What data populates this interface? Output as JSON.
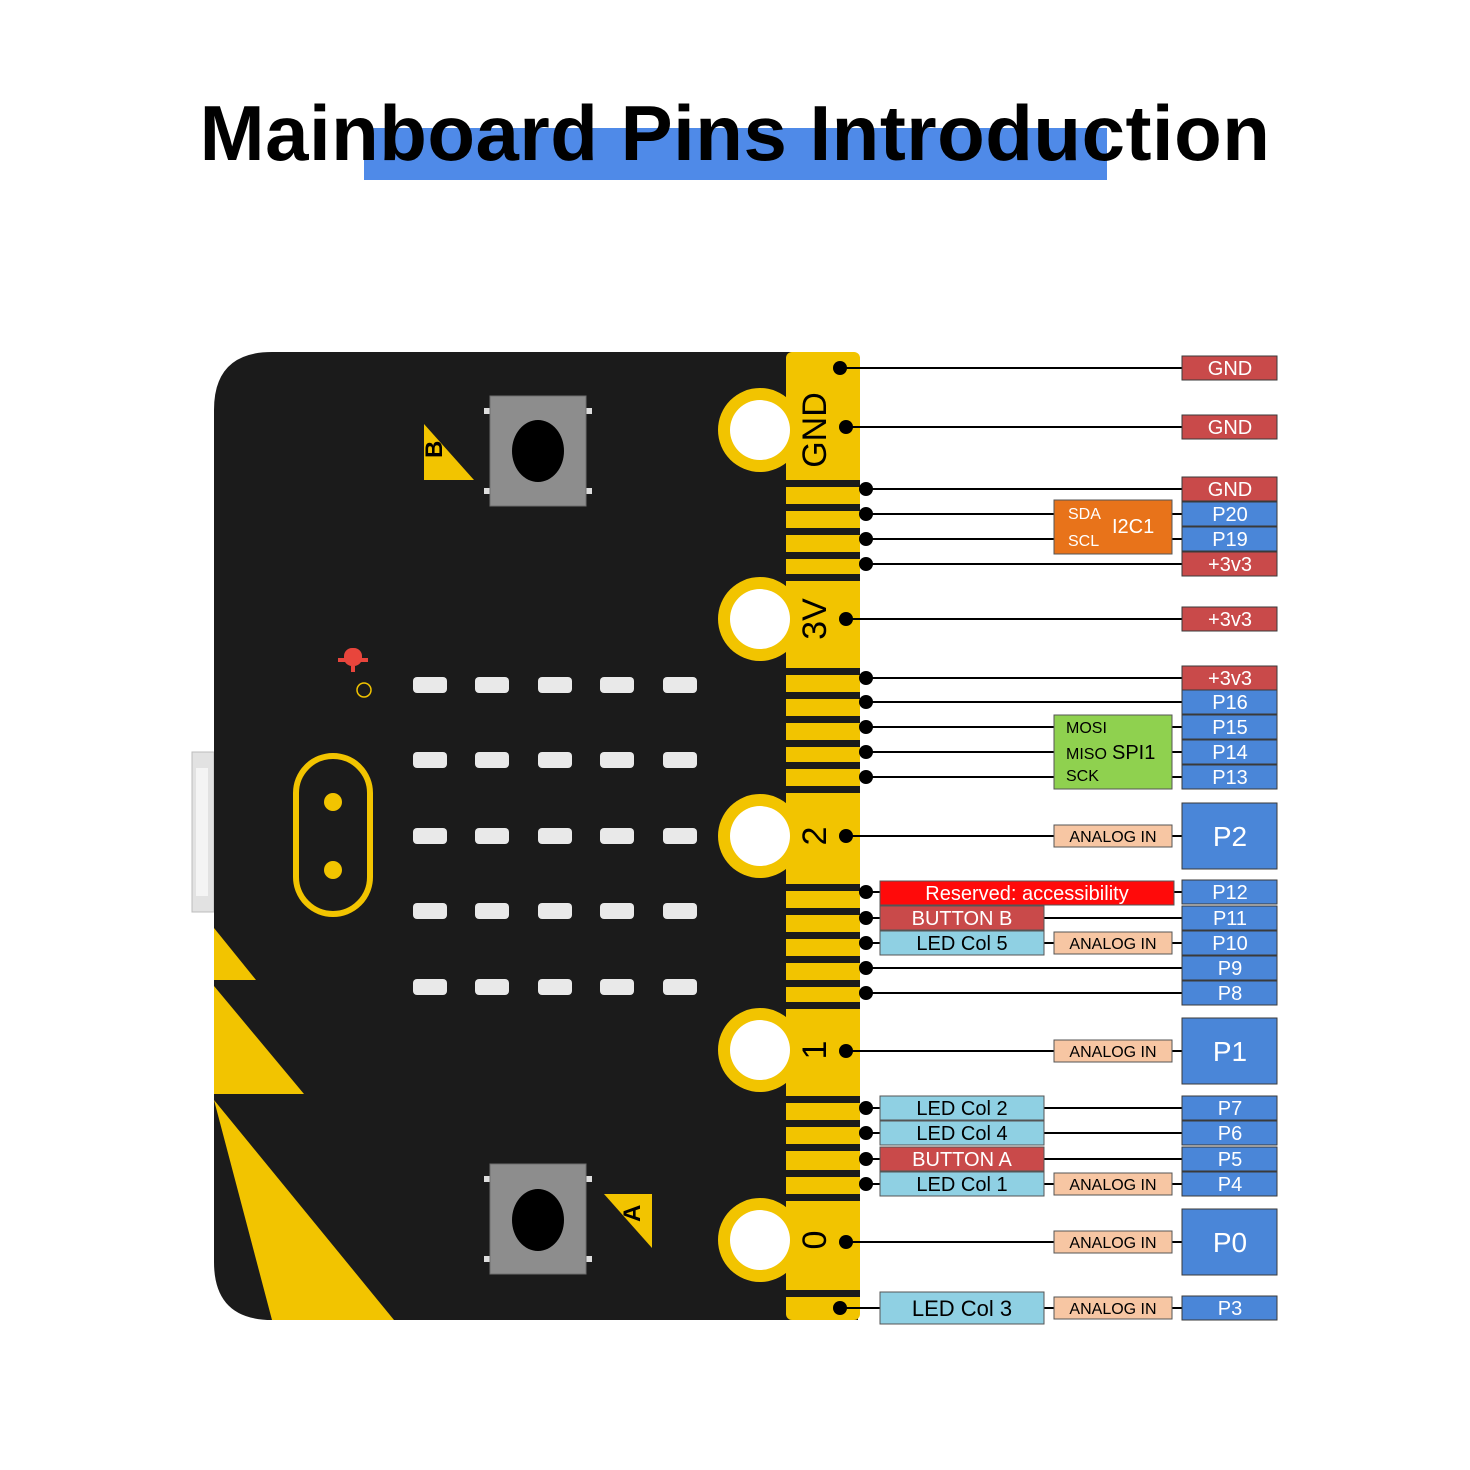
{
  "title": "Mainboard Pins Introduction",
  "colors": {
    "board": "#1b1b1b",
    "gold": "#f2c400",
    "pin_blue": "#4a86d8",
    "pin_red": "#c94a4a",
    "i2c_orange": "#e8731a",
    "spi_green": "#8fd14f",
    "analog_peach": "#f7c6a3",
    "led_cyan": "#8fd0e3",
    "button_red": "#c94a4a",
    "reserved_red": "#ff0a0a"
  },
  "board": {
    "button_a_label": "A",
    "button_b_label": "B",
    "edge_labels": [
      "GND",
      "3V",
      "2",
      "1",
      "0"
    ]
  },
  "pins": [
    {
      "label": "GND",
      "type": "power"
    },
    {
      "label": "GND",
      "type": "power"
    },
    {
      "label": "GND",
      "type": "power"
    },
    {
      "label": "P20",
      "type": "io"
    },
    {
      "label": "P19",
      "type": "io"
    },
    {
      "label": "+3v3",
      "type": "power"
    },
    {
      "label": "+3v3",
      "type": "power"
    },
    {
      "label": "+3v3",
      "type": "power"
    },
    {
      "label": "P16",
      "type": "io"
    },
    {
      "label": "P15",
      "type": "io"
    },
    {
      "label": "P14",
      "type": "io"
    },
    {
      "label": "P13",
      "type": "io"
    },
    {
      "label": "P2",
      "type": "io-large"
    },
    {
      "label": "P12",
      "type": "io"
    },
    {
      "label": "P11",
      "type": "io"
    },
    {
      "label": "P10",
      "type": "io"
    },
    {
      "label": "P9",
      "type": "io"
    },
    {
      "label": "P8",
      "type": "io"
    },
    {
      "label": "P1",
      "type": "io-large"
    },
    {
      "label": "P7",
      "type": "io"
    },
    {
      "label": "P6",
      "type": "io"
    },
    {
      "label": "P5",
      "type": "io"
    },
    {
      "label": "P4",
      "type": "io"
    },
    {
      "label": "P0",
      "type": "io-large"
    },
    {
      "label": "P3",
      "type": "io"
    }
  ],
  "i2c": {
    "name": "I2C1",
    "sda": "SDA",
    "scl": "SCL"
  },
  "spi": {
    "name": "SPI1",
    "mosi": "MOSI",
    "miso": "MISO",
    "sck": "SCK"
  },
  "functions": {
    "analog_in": "ANALOG IN",
    "reserved": "Reserved: accessibility",
    "button_b": "BUTTON B",
    "button_a": "BUTTON A",
    "led_col_1": "LED Col 1",
    "led_col_2": "LED Col 2",
    "led_col_3": "LED Col 3",
    "led_col_4": "LED Col 4",
    "led_col_5": "LED Col 5"
  }
}
